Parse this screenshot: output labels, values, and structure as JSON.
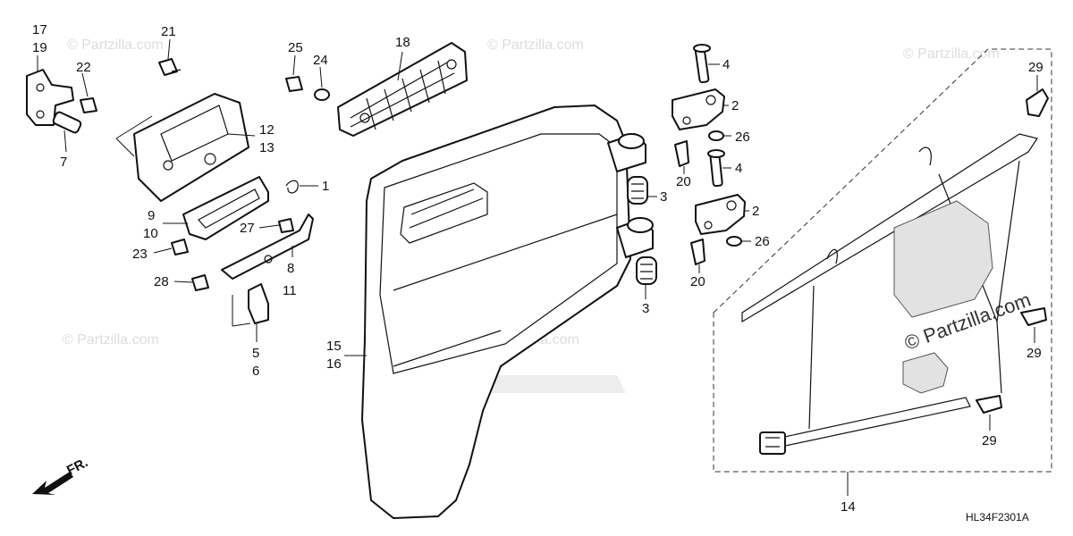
{
  "watermarks": [
    "© Partzilla.com",
    "© Partzilla.com",
    "© Partzilla.com",
    "© Partzilla.com",
    "© Partzilla.com",
    "© Partzilla.com"
  ],
  "callouts": {
    "c17": "17",
    "c19": "19",
    "c22": "22",
    "c7": "7",
    "c21": "21",
    "c12": "12",
    "c13": "13",
    "c25": "25",
    "c24": "24",
    "c18": "18",
    "c1": "1",
    "c9": "9",
    "c10": "10",
    "c27": "27",
    "c23": "23",
    "c8": "8",
    "c11": "11",
    "c28": "28",
    "c5": "5",
    "c6": "6",
    "c15": "15",
    "c16": "16",
    "c3a": "3",
    "c3b": "3",
    "c4a": "4",
    "c2a": "2",
    "c26a": "26",
    "c20a": "20",
    "c4b": "4",
    "c2b": "2",
    "c26b": "26",
    "c20b": "20",
    "c29a": "29",
    "c29b": "29",
    "c29c": "29",
    "c14": "14"
  },
  "diagram_code": "HL34F2301A",
  "front_marker": "FR.",
  "icons": {
    "front_arrow": "arrow-left-down-icon"
  }
}
